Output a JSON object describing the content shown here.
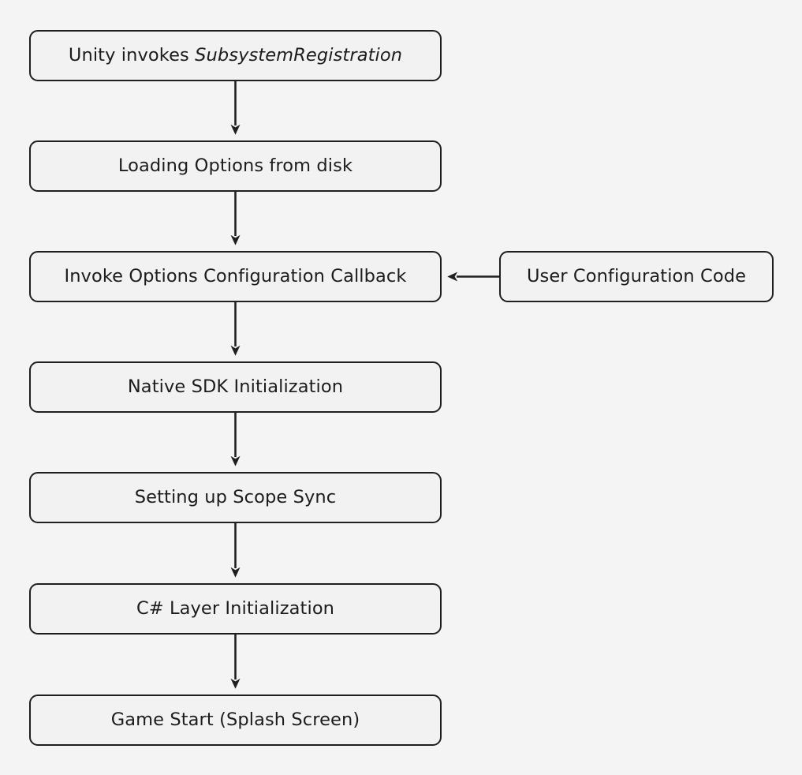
{
  "diagram": {
    "type": "flowchart",
    "direction": "top-to-bottom",
    "background_color": "#f4f4f4",
    "node_fill_color": "#f2f2f2",
    "node_border_color": "#1f1f1f",
    "edge_color": "#1f1f1f",
    "text_color": "#1c1c1c",
    "nodes": [
      {
        "id": "subsystem-registration",
        "label_prefix": "Unity invokes ",
        "label_emphasis": "SubsystemRegistration",
        "label": "Unity invokes SubsystemRegistration"
      },
      {
        "id": "loading-options",
        "label": "Loading Options from disk"
      },
      {
        "id": "invoke-options-callback",
        "label": "Invoke Options Configuration Callback"
      },
      {
        "id": "native-sdk-init",
        "label": "Native SDK Initialization"
      },
      {
        "id": "scope-sync",
        "label": "Setting up Scope Sync"
      },
      {
        "id": "csharp-layer-init",
        "label": "C# Layer Initialization"
      },
      {
        "id": "game-start",
        "label": "Game Start (Splash Screen)"
      },
      {
        "id": "user-configuration-code",
        "label": "User Configuration Code"
      }
    ],
    "edges": [
      {
        "from": "subsystem-registration",
        "to": "loading-options",
        "orientation": "vertical"
      },
      {
        "from": "loading-options",
        "to": "invoke-options-callback",
        "orientation": "vertical"
      },
      {
        "from": "invoke-options-callback",
        "to": "native-sdk-init",
        "orientation": "vertical"
      },
      {
        "from": "native-sdk-init",
        "to": "scope-sync",
        "orientation": "vertical"
      },
      {
        "from": "scope-sync",
        "to": "csharp-layer-init",
        "orientation": "vertical"
      },
      {
        "from": "csharp-layer-init",
        "to": "game-start",
        "orientation": "vertical"
      },
      {
        "from": "user-configuration-code",
        "to": "invoke-options-callback",
        "orientation": "horizontal-left"
      }
    ]
  }
}
